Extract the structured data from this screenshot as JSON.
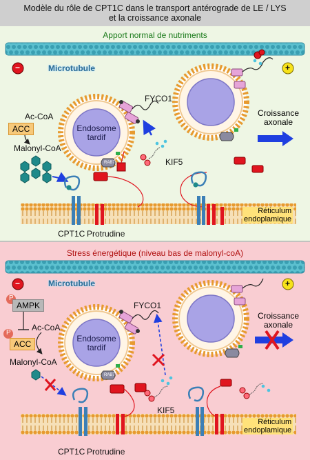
{
  "title_line1": "Modèle du rôle de CPT1C dans le transport antérograde de LE / LYS",
  "title_line2": "et la croissance axonale",
  "top": {
    "heading": "Apport normal de nutriments",
    "microtubule": "Microtubule",
    "minus": "−",
    "plus": "+",
    "acccoa": "Ac-CoA",
    "acc": "ACC",
    "malonyl": "Malonyl-CoA",
    "endosome_line1": "Endosome",
    "endosome_line2": "tardif",
    "fyco1": "FYCO1",
    "kif5": "KIF5",
    "rab7": "RAB7",
    "growth_line1": "Croissance",
    "growth_line2": "axonale",
    "er_line1": "Réticulum",
    "er_line2": "endoplamique",
    "cpt1c": "CPT1C",
    "protrudine": "Protrudine"
  },
  "bottom": {
    "heading": "Stress énergétique (niveau bas de malonyl-coA)",
    "microtubule": "Microtubule",
    "minus": "−",
    "plus": "+",
    "p": "P",
    "ampk": "AMPK",
    "acccoa": "Ac-CoA",
    "acc": "ACC",
    "malonyl": "Malonyl-CoA",
    "endosome_line1": "Endosome",
    "endosome_line2": "tardif",
    "fyco1": "FYCO1",
    "kif5": "KIF5",
    "rab7": "RAB7",
    "growth_line1": "Croissance",
    "growth_line2": "axonale",
    "er_line1": "Réticulum",
    "er_line2": "endoplamique",
    "cpt1c": "CPT1C",
    "protrudine": "Protrudine"
  },
  "colors": {
    "top_bg": "#eef6e4",
    "bottom_bg": "#f9cdd2",
    "microtubule": "#3aa6b8",
    "er_membrane": "#e8a23a",
    "endosome_core": "#a9a3e6",
    "protrudine": "#e0151f",
    "cpt1c": "#3b7fb6",
    "kif5_head": "#ff6a7a",
    "growth_arrow": "#1f3fe0",
    "block_cross": "#e0151f"
  }
}
